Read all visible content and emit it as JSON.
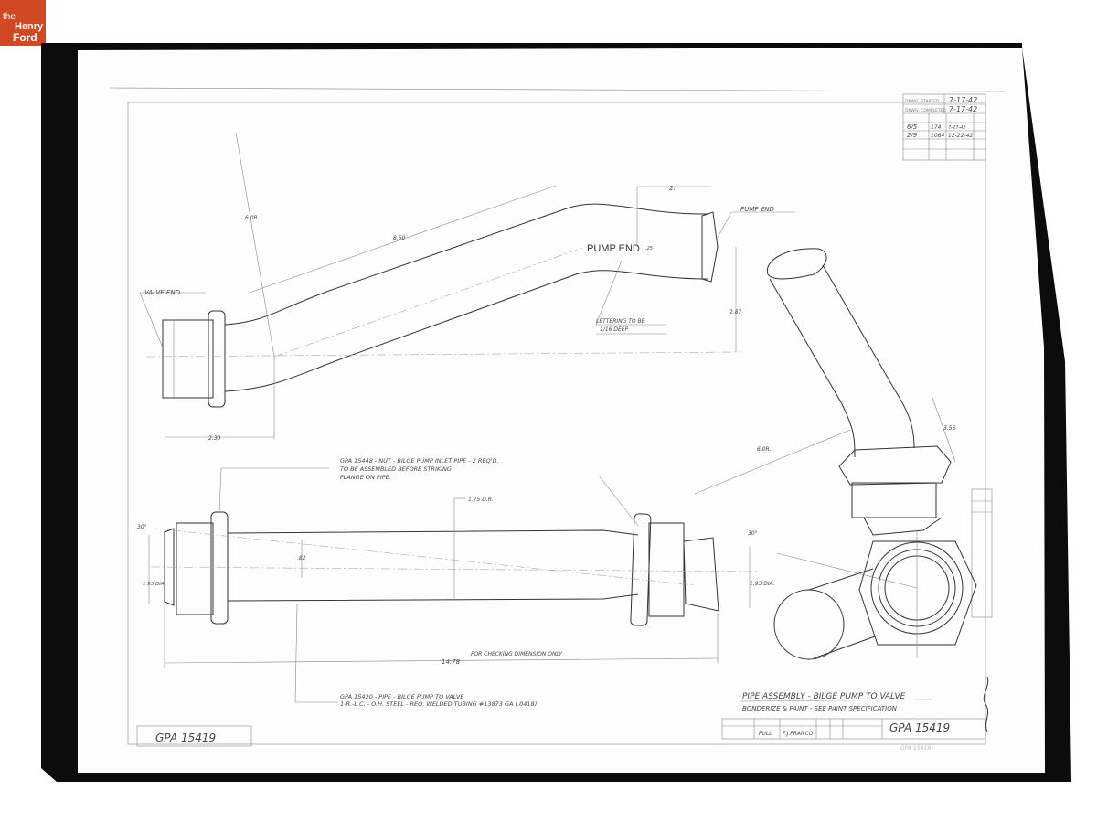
{
  "logo": {
    "line1": "the",
    "line2": "Henry",
    "line3": "Ford",
    "color": "#cf4a22"
  },
  "title_block": {
    "date_started_label": "DRWG. STARTED",
    "date_started": "7-17-42",
    "date_completed_label": "DRWG. COMPLETED",
    "date_completed": "7-17-42",
    "change_rows": [
      [
        "6/5",
        "174",
        "7-27-42",
        ""
      ],
      [
        "2/9",
        "1064",
        "12-22-42",
        ""
      ]
    ],
    "title": "PIPE ASSEMBLY - BILGE PUMP TO VALVE",
    "subtitle": "BONDERIZE & PAINT - SEE PAINT SPECIFICATION",
    "scale": "FULL",
    "drawn_by": "F.J.FRANCO",
    "drawing_number": "GPA 15419"
  },
  "drawing_number_left": "GPA 15419",
  "top_view": {
    "valve_end": "VALVE END",
    "pump_end_leader": "PUMP END",
    "pump_end_stamp": "PUMP END",
    "lettering_note_1": "LETTERING TO BE",
    "lettering_note_2": "1/16 DEEP",
    "dim_radius": "6.0R.",
    "dim_length": "8.50",
    "dim_end": "2.",
    "dim_height": "2.87",
    "dim_base": "2.30",
    "dim_letter": ".25"
  },
  "side_view": {
    "note_nut_1": "GPA 15448 - NUT - BILGE PUMP INLET PIPE - 2 REQ'D.",
    "note_nut_2": "TO BE ASSEMBLED BEFORE STRIKING",
    "note_nut_3": "FLANGE ON PIPE.",
    "dim_dia": "1.75 D.R.",
    "dim_offset": ".82",
    "dim_left_dia": "1.93 DIA.",
    "dim_right_dia": "1.93 DIA.",
    "dim_angle_left": "30°",
    "dim_angle_right": "30°",
    "dim_overall": "14.78",
    "dim_overall_note": "FOR CHECKING DIMENSION ONLY",
    "note_pipe_1": "GPA 15420 - PIPE - BILGE PUMP TO VALVE",
    "note_pipe_2": "1-R.-L.C. - O.H. STEEL - REQ. WELDED TUBING #13873 GA (.0418)"
  },
  "iso_view": {
    "dim_radius": "6.0R.",
    "dim_height": "3.56"
  },
  "stamp_bottom": "GPA 15419"
}
